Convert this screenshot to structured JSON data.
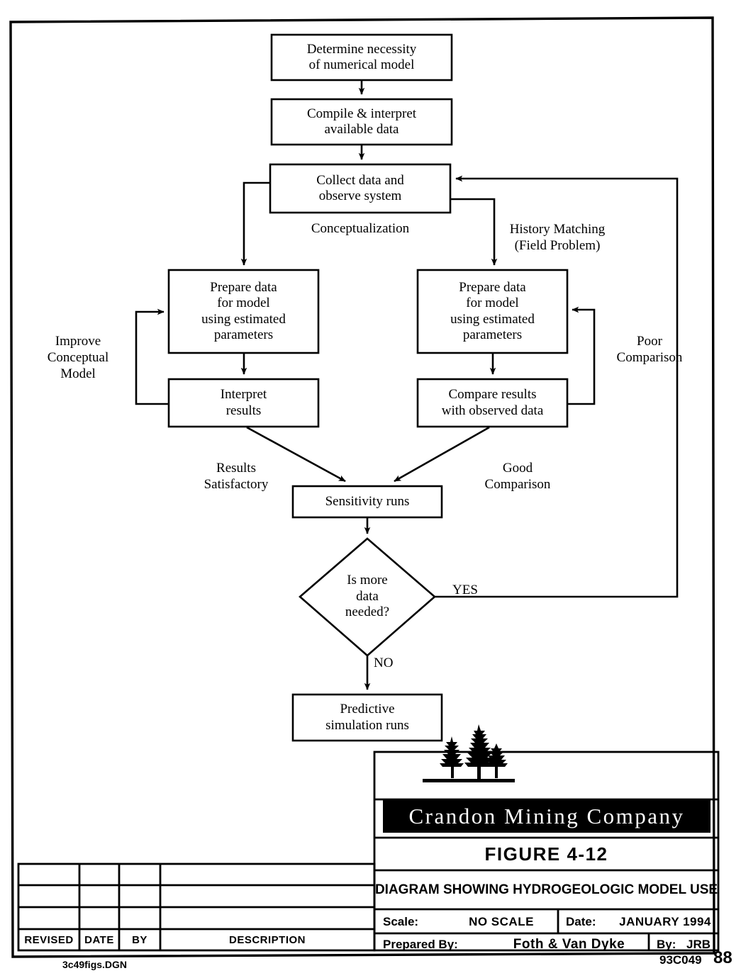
{
  "drawing": {
    "figure_number": "FIGURE 4-12",
    "figure_title": "DIAGRAM SHOWING HYDROGEOLOGIC MODEL USE",
    "company": "Crandon Mining Company",
    "logo_icon": "pine-trees-icon",
    "scale_label": "Scale:",
    "scale_value": "NO SCALE",
    "date_label": "Date:",
    "date_value": "JANUARY 1994",
    "prepared_by_label": "Prepared By:",
    "prepared_by_value": "Foth & Van Dyke",
    "by_label": "By:",
    "by_value": "JRB",
    "project_number": "93C049",
    "page_number": "88",
    "file_name": "3c49figs.DGN"
  },
  "revision_table": {
    "headers": [
      "REVISED",
      "DATE",
      "BY",
      "DESCRIPTION"
    ],
    "rows": [
      [
        "",
        "",
        "",
        ""
      ],
      [
        "",
        "",
        "",
        ""
      ],
      [
        "",
        "",
        "",
        ""
      ]
    ]
  },
  "flowchart": {
    "type": "flowchart",
    "nodes": [
      {
        "id": "n1",
        "shape": "process",
        "text": "Determine necessity\nof numerical model"
      },
      {
        "id": "n2",
        "shape": "process",
        "text": "Compile & interpret\navailable data"
      },
      {
        "id": "n3",
        "shape": "process",
        "text": "Collect data and\nobserve system"
      },
      {
        "id": "n4",
        "shape": "process",
        "text": "Prepare data\nfor model\nusing estimated\nparameters"
      },
      {
        "id": "n5",
        "shape": "process",
        "text": "Interpret\nresults"
      },
      {
        "id": "n6",
        "shape": "process",
        "text": "Prepare data\nfor model\nusing estimated\nparameters"
      },
      {
        "id": "n7",
        "shape": "process",
        "text": "Compare results\nwith observed data"
      },
      {
        "id": "n8",
        "shape": "process",
        "text": "Sensitivity runs"
      },
      {
        "id": "n9",
        "shape": "decision",
        "text": "Is more\ndata\nneeded?"
      },
      {
        "id": "n10",
        "shape": "process",
        "text": "Predictive\nsimulation runs"
      }
    ],
    "edge_labels": [
      {
        "id": "e1",
        "text": "Conceptualization"
      },
      {
        "id": "e2",
        "text": "History Matching\n(Field Problem)"
      },
      {
        "id": "e3",
        "text": "Improve\nConceptual\nModel"
      },
      {
        "id": "e4",
        "text": "Poor\nComparison"
      },
      {
        "id": "e5",
        "text": "Results\nSatisfactory"
      },
      {
        "id": "e6",
        "text": "Good\nComparison"
      },
      {
        "id": "e7",
        "text": "YES"
      },
      {
        "id": "e8",
        "text": "NO"
      }
    ]
  }
}
